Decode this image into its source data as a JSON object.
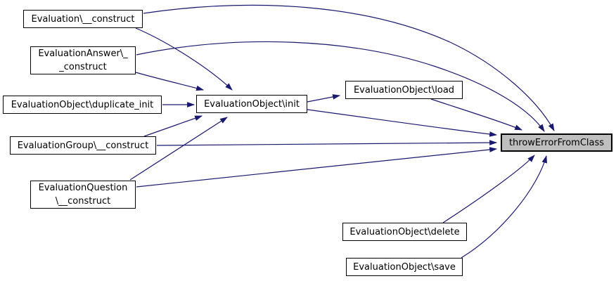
{
  "diagram": {
    "kind": "caller-graph",
    "colors": {
      "background": "#ffffff",
      "edge": "#191970",
      "node_fill": "#ffffff",
      "node_border": "#000000",
      "highlight_fill": "#bfbfbf",
      "text": "#000000"
    },
    "nodes": [
      {
        "id": "evaluation-construct",
        "label": "Evaluation\\__construct",
        "highlighted": false
      },
      {
        "id": "evaluation-answer-construct",
        "label": "EvaluationAnswer\\_\n_construct",
        "highlighted": false
      },
      {
        "id": "evaluation-object-duplicate-init",
        "label": "EvaluationObject\\duplicate_init",
        "highlighted": false
      },
      {
        "id": "evaluation-group-construct",
        "label": "EvaluationGroup\\__construct",
        "highlighted": false
      },
      {
        "id": "evaluation-question-construct",
        "label": "EvaluationQuestion\n\\__construct",
        "highlighted": false
      },
      {
        "id": "evaluation-object-init",
        "label": "EvaluationObject\\init",
        "highlighted": false
      },
      {
        "id": "evaluation-object-load",
        "label": "EvaluationObject\\load",
        "highlighted": false
      },
      {
        "id": "throw-error-from-class",
        "label": "throwErrorFromClass",
        "highlighted": true
      },
      {
        "id": "evaluation-object-delete",
        "label": "EvaluationObject\\delete",
        "highlighted": false
      },
      {
        "id": "evaluation-object-save",
        "label": "EvaluationObject\\save",
        "highlighted": false
      }
    ],
    "edges": [
      {
        "from": "evaluation-construct",
        "to": "throw-error-from-class"
      },
      {
        "from": "evaluation-answer-construct",
        "to": "throw-error-from-class"
      },
      {
        "from": "evaluation-construct",
        "to": "evaluation-object-init"
      },
      {
        "from": "evaluation-answer-construct",
        "to": "evaluation-object-init"
      },
      {
        "from": "evaluation-object-duplicate-init",
        "to": "evaluation-object-init"
      },
      {
        "from": "evaluation-group-construct",
        "to": "evaluation-object-init"
      },
      {
        "from": "evaluation-question-construct",
        "to": "evaluation-object-init"
      },
      {
        "from": "evaluation-object-init",
        "to": "evaluation-object-load"
      },
      {
        "from": "evaluation-object-init",
        "to": "throw-error-from-class"
      },
      {
        "from": "evaluation-object-load",
        "to": "throw-error-from-class"
      },
      {
        "from": "evaluation-group-construct",
        "to": "throw-error-from-class"
      },
      {
        "from": "evaluation-question-construct",
        "to": "throw-error-from-class"
      },
      {
        "from": "evaluation-object-delete",
        "to": "throw-error-from-class"
      },
      {
        "from": "evaluation-object-save",
        "to": "throw-error-from-class"
      }
    ]
  }
}
